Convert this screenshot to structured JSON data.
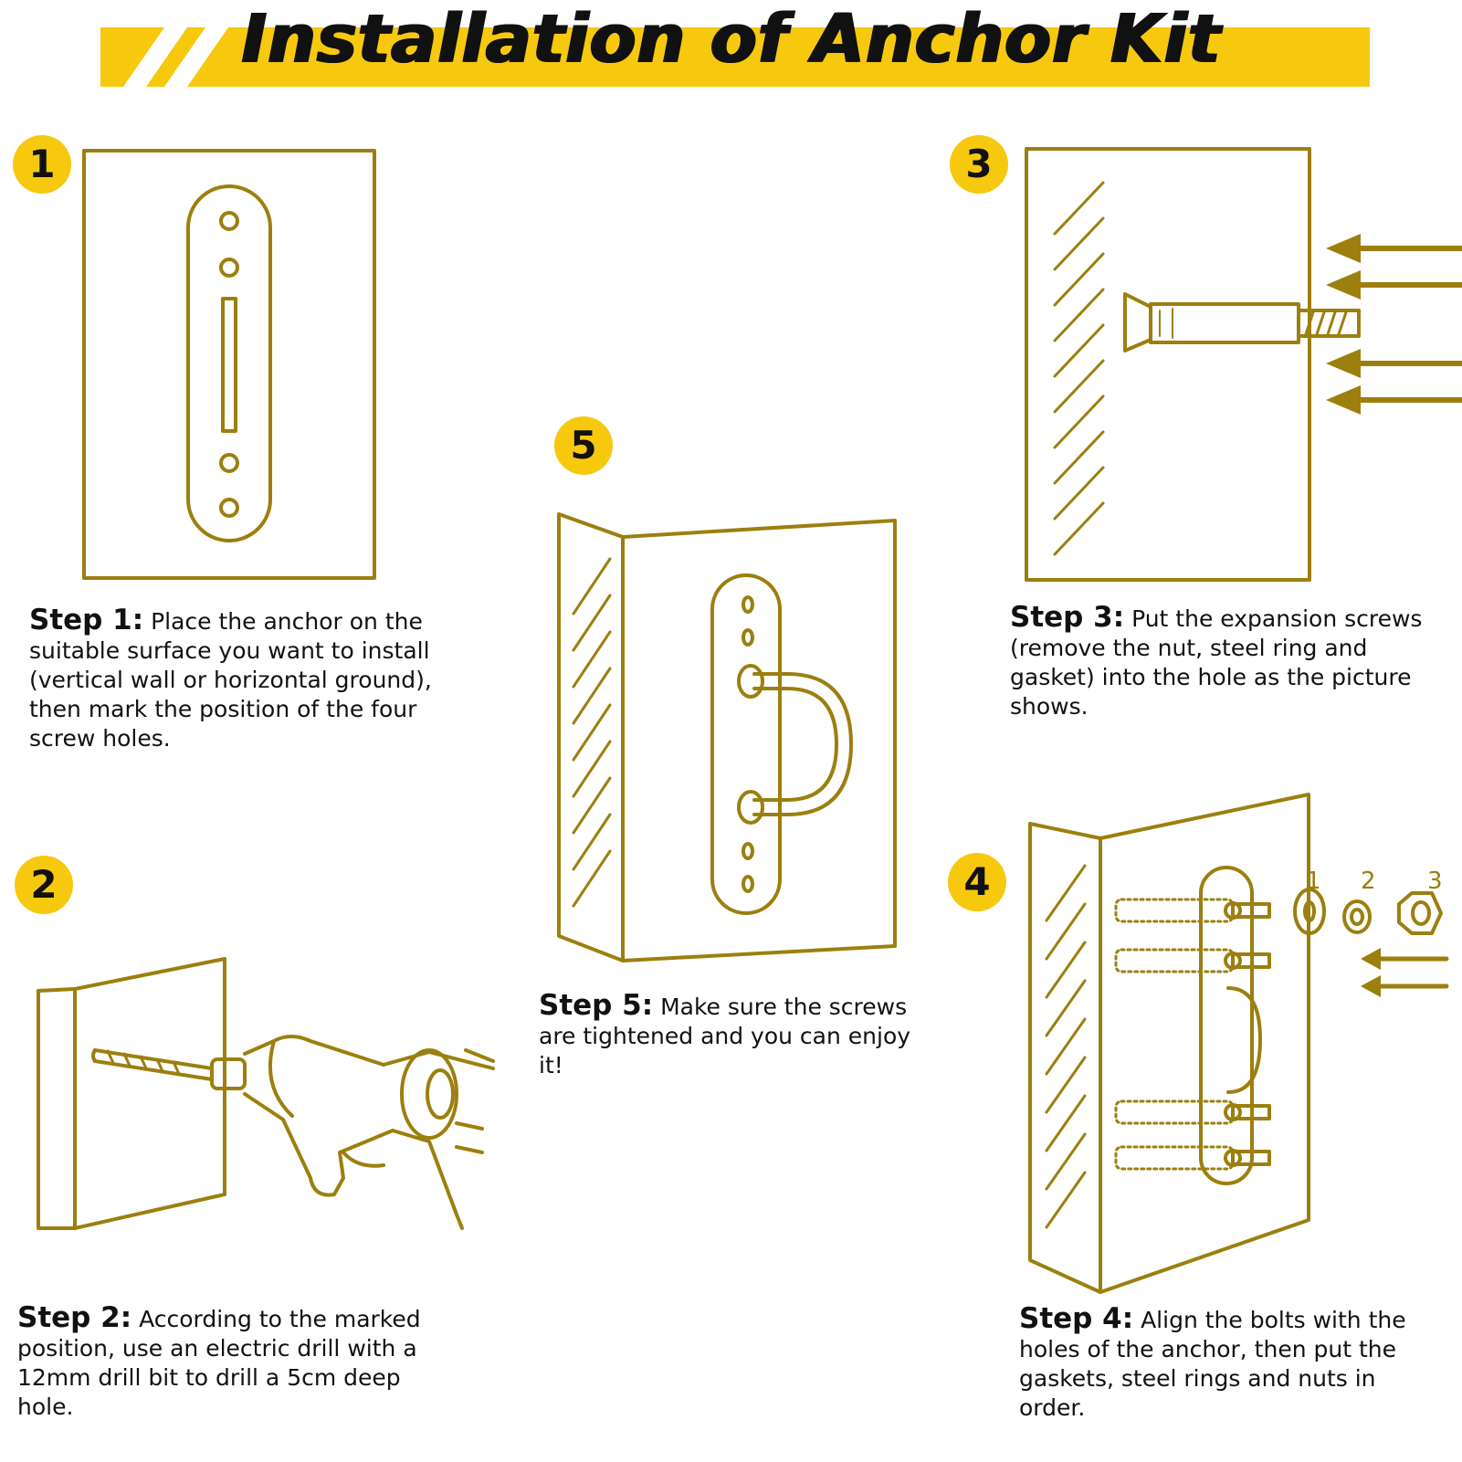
{
  "title": "Installation of Anchor Kit",
  "colors": {
    "accent_yellow": "#f6c90e",
    "line_gold": "#9c7f0e",
    "text": "#111111"
  },
  "steps": [
    {
      "number": "1",
      "heading": "Step 1:",
      "text": "Place the anchor on the suitable surface you want to install (vertical wall or horizontal ground), then mark the position of the four screw holes."
    },
    {
      "number": "2",
      "heading": "Step 2:",
      "text": "According to the marked position,  use an electric drill with a 12mm drill bit to drill a 5cm deep hole."
    },
    {
      "number": "3",
      "heading": "Step 3:",
      "text": "Put the expansion screws (remove the nut, steel ring and gasket) into the hole as the picture shows."
    },
    {
      "number": "4",
      "heading": "Step 4:",
      "text": "Align the bolts with the holes of the anchor, then put the gaskets, steel rings and nuts in order."
    },
    {
      "number": "5",
      "heading": "Step 5:",
      "text": "Make sure the screws are tightened and you can enjoy it!"
    }
  ],
  "hardware_labels": [
    "1",
    "2",
    "3"
  ]
}
